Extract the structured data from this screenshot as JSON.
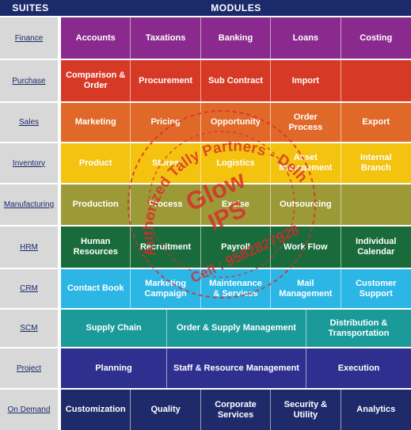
{
  "header": {
    "suites_label": "SUITES",
    "modules_label": "MODULES"
  },
  "rows": [
    {
      "suite": "Finance",
      "color": "#8b2a8e",
      "modules": [
        "Accounts",
        "Taxations",
        "Banking",
        "Loans",
        "Costing"
      ]
    },
    {
      "suite": "Purchase",
      "color": "#d63a26",
      "modules": [
        "Comparison &\nOrder",
        "Procurement",
        "Sub Contract",
        "Import",
        ""
      ]
    },
    {
      "suite": "Sales",
      "color": "#e0692a",
      "modules": [
        "Marketing",
        "Pricing",
        "Opportunity",
        "Order\nProcess",
        "Export"
      ]
    },
    {
      "suite": "Inventory",
      "color": "#f3c30f",
      "modules": [
        "Product",
        "Stores",
        "Logistics",
        "Asset\nManagement",
        "Internal\nBranch"
      ]
    },
    {
      "suite": "Manufacturing",
      "color": "#9b9a37",
      "modules": [
        "Production",
        "Process",
        "Excise",
        "Outsourcing",
        ""
      ]
    },
    {
      "suite": "HRM",
      "color": "#1a6b3c",
      "modules": [
        "Human\nResources",
        "Recruitment",
        "Payroll",
        "Work Flow",
        "Individual\nCalendar"
      ]
    },
    {
      "suite": "CRM",
      "color": "#2bb6e6",
      "modules": [
        "Contact Book",
        "Marketing\nCampaign",
        "Maintenance\n& Services",
        "Mail\nManagement",
        "Customer\nSupport"
      ]
    },
    {
      "suite": "SCM",
      "color": "#1b9a9a",
      "modules": [
        "Supply Chain",
        "Order & Supply Management",
        "Distribution &\nTransportation"
      ]
    },
    {
      "suite": "Project",
      "color": "#2f2f8f",
      "modules": [
        "Planning",
        "Staff & Resource Management",
        "Execution"
      ]
    },
    {
      "suite": "On Demand",
      "color": "#1f2a6b",
      "modules": [
        "Customization",
        "Quality",
        "Corporate\nServices",
        "Security &\nUtility",
        "Analytics"
      ]
    }
  ],
  "watermark": {
    "outer_text": "Authorized Tally Partners - Delhi",
    "line1": "Glow",
    "line2": "IPS",
    "contact": "Cell : 9582827928",
    "color": "#d92b2b"
  }
}
